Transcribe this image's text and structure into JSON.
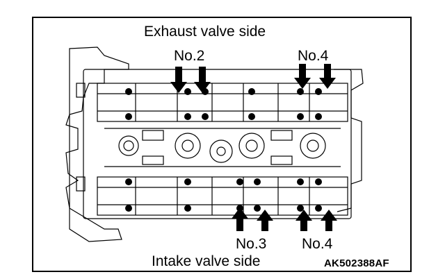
{
  "labels": {
    "top": "Exhaust valve side",
    "bottom": "Intake valve side",
    "code": "AK502388AF"
  },
  "callouts": {
    "exhaust_left": "No.2",
    "exhaust_right": "No.4",
    "intake_left": "No.3",
    "intake_right": "No.4"
  },
  "colors": {
    "line": "#000000",
    "background": "#ffffff"
  }
}
